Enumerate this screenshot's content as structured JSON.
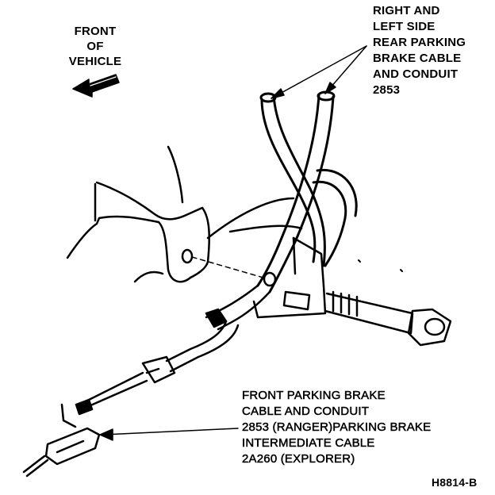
{
  "labels": {
    "front_of_vehicle": [
      "FRONT",
      "OF",
      "VEHICLE"
    ],
    "rear_cable": [
      "RIGHT AND",
      "LEFT SIDE",
      "REAR PARKING",
      "BRAKE CABLE",
      "AND CONDUIT",
      "2853"
    ],
    "front_cable": [
      "FRONT PARKING BRAKE",
      "CABLE AND CONDUIT",
      "2853 (RANGER)PARKING BRAKE",
      "INTERMEDIATE CABLE",
      "2A260 (EXPLORER)"
    ],
    "figure_id": "H8814-B"
  },
  "colors": {
    "ink": "#000000",
    "paper": "#ffffff"
  }
}
